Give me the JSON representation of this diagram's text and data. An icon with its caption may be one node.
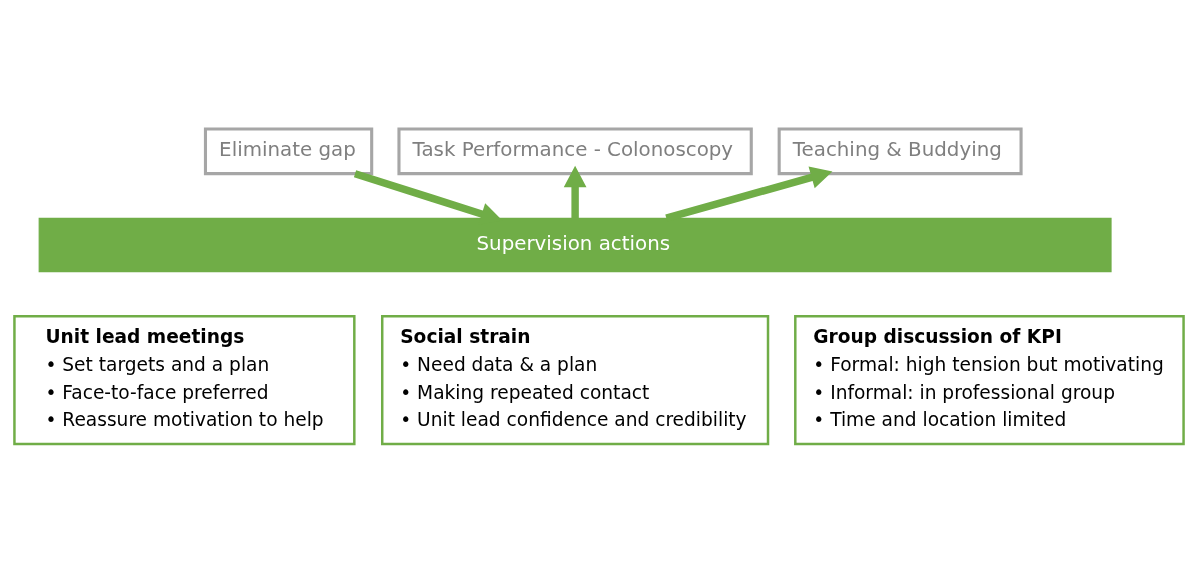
{
  "diagram": {
    "nodes": [
      {
        "text": [
          "Eliminate gap"
        ]
      },
      {
        "text": [
          "Task Performance - Colonoscopy"
        ]
      },
      {
        "text": [
          "Teaching & Buddying"
        ]
      },
      {
        "text": [
          "Supervision actions"
        ]
      },
      {
        "text": [
          "Unit lead meetings",
          "• Set targets and a plan",
          "• Face-to-face preferred",
          "• Reassure motivation to help"
        ]
      },
      {
        "text": [
          "Social strain",
          "• Need data & a plan",
          "• Making repeated contact",
          "• Unit lead confidence and credibility"
        ]
      },
      {
        "text": [
          "Group discussion of KPI",
          "• Formal: high tension but motivating",
          "• Informal: in professional group",
          "• Time and location limited"
        ]
      }
    ],
    "edges": [
      {
        "from": 0,
        "to": 3,
        "arrow": "to"
      },
      {
        "from": 3,
        "to": 1,
        "arrow": "to"
      },
      {
        "from": 3,
        "to": 2,
        "arrow": "to"
      }
    ]
  }
}
